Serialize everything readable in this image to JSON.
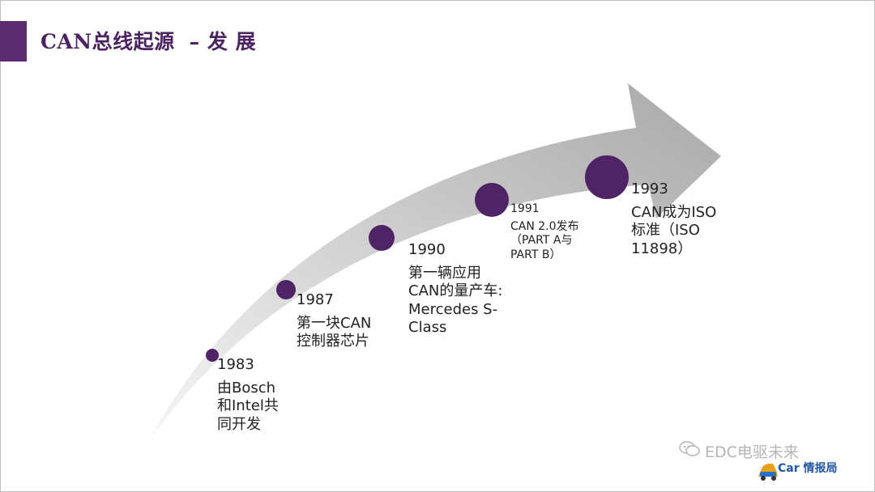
{
  "title": {
    "main": "CAN总线起源",
    "sub": "– 发 展"
  },
  "timeline": [
    {
      "year": "1983",
      "lines": [
        "由Bosch",
        "和Intel共",
        "同开发"
      ]
    },
    {
      "year": "1987",
      "lines": [
        "第一块CAN",
        "控制器芯片"
      ]
    },
    {
      "year": "1990",
      "lines": [
        "第一辆应用",
        "CAN的量产车:",
        "Mercedes S-",
        "Class"
      ]
    },
    {
      "year": "1991",
      "lines": [
        "CAN 2.0发布",
        "（PART A与",
        "PART B）"
      ]
    },
    {
      "year": "1993",
      "lines": [
        "CAN成为ISO",
        "标准（ISO",
        "11898）"
      ]
    }
  ],
  "watermark": {
    "text": "EDC电驱未来",
    "icon": "wechat-icon"
  },
  "logo": {
    "text": "Car 情报局"
  },
  "colors": {
    "accent": "#5b2c6f",
    "dot": "#4e2466",
    "arrow_dark": "#9e9e9e",
    "arrow_light": "#f4f4f4"
  }
}
